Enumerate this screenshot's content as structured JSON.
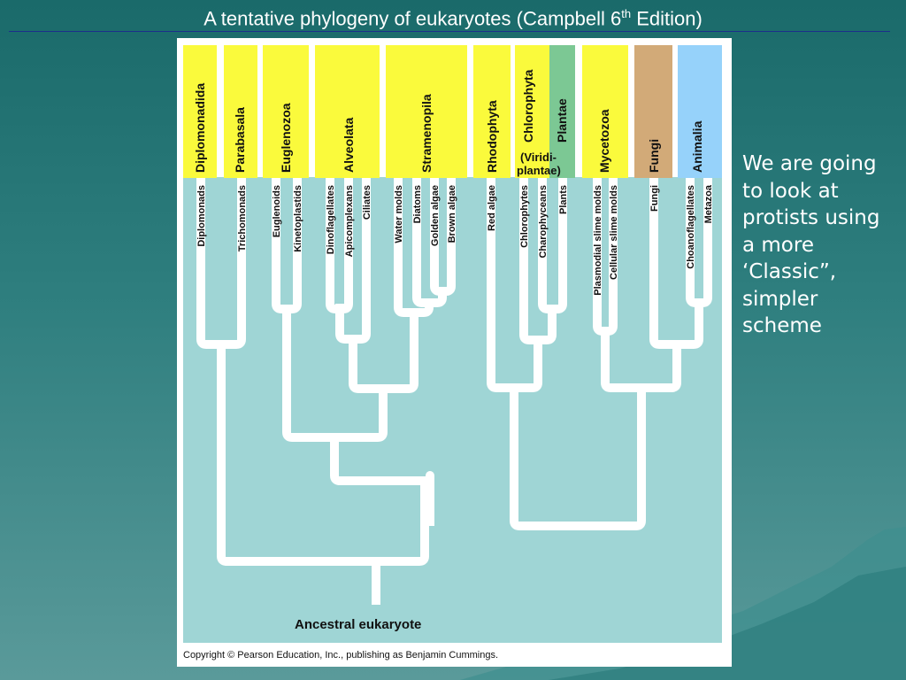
{
  "slide": {
    "title_main": "A tentative phylogeny of eukaryotes (Campbell 6",
    "title_sup": "th",
    "title_end": " Edition)"
  },
  "side_text": [
    "We are going",
    "to look at",
    "protists using",
    "a more",
    "‘Classic”,",
    "simpler",
    "scheme"
  ],
  "figure": {
    "groups": [
      "Diplomonadida",
      "Parabasala",
      "Euglenozoa",
      "Alveolata",
      "Stramenopila",
      "Rhodophyta",
      "Chlorophyta",
      "Plantae",
      "Mycetozoa",
      "Fungi",
      "Animalia"
    ],
    "chlorophyta_note": [
      "(Viridi-",
      "plantae)"
    ],
    "taxa": [
      "Diplomonads",
      "Trichomonads",
      "Euglenoids",
      "Kinetoplastids",
      "Dinoflagellates",
      "Apicomplexans",
      "Ciliates",
      "Water molds",
      "Diatoms",
      "Golden algae",
      "Brown algae",
      "Red algae",
      "Chlorophytes",
      "Charophyceans",
      "Plants",
      "Plasmodial slime molds",
      "Cellular slime molds",
      "Fungi",
      "Choanoflagellates",
      "Metazoa"
    ],
    "root_label": "Ancestral eukaryote",
    "copyright": "Copyright © Pearson Education, Inc., publishing as Benjamin Cummings."
  },
  "colors": {
    "group_yellow": "#fafa3c",
    "plantae_green": "#7cc894",
    "fungi_tan": "#d2aa78",
    "animalia_blue": "#96d2fa",
    "tree_background": "#9fd5d5",
    "branch": "#ffffff"
  }
}
